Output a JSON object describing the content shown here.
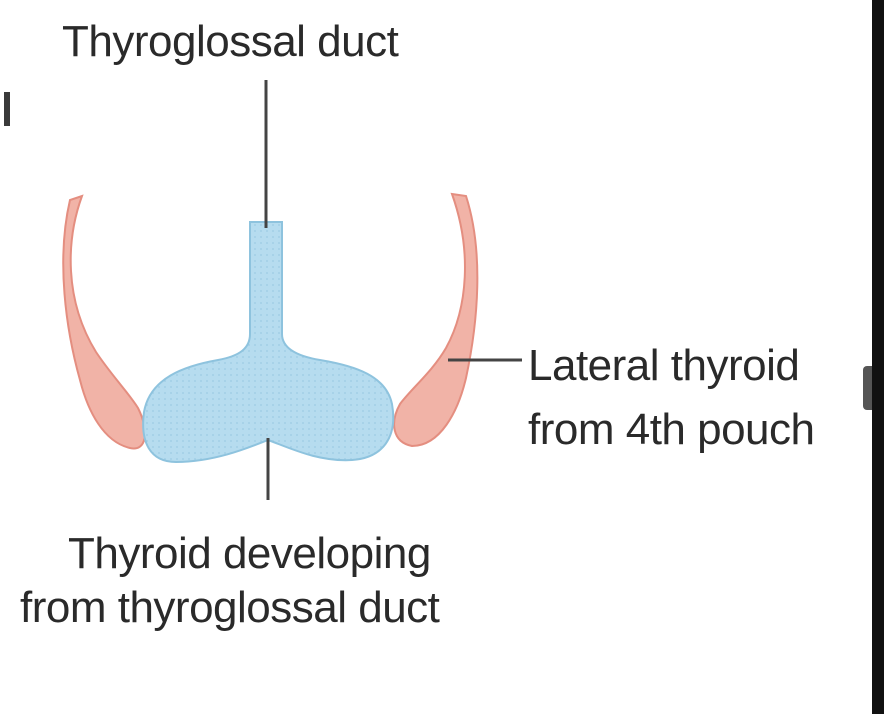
{
  "labels": {
    "thyroglossal_duct": "Thyroglossal duct",
    "developing_line1": "Thyroid developing",
    "developing_line2": "from thyroglossal duct",
    "lateral_line1": "Lateral thyroid",
    "lateral_line2": "from 4th pouch"
  },
  "colors": {
    "thyroid_fill": "#b6dcef",
    "thyroid_stroke": "#8ec3de",
    "pouch_fill": "#f1b3a7",
    "pouch_stroke": "#e48e80",
    "leader_line": "#444444",
    "text": "#2a2a2a"
  }
}
